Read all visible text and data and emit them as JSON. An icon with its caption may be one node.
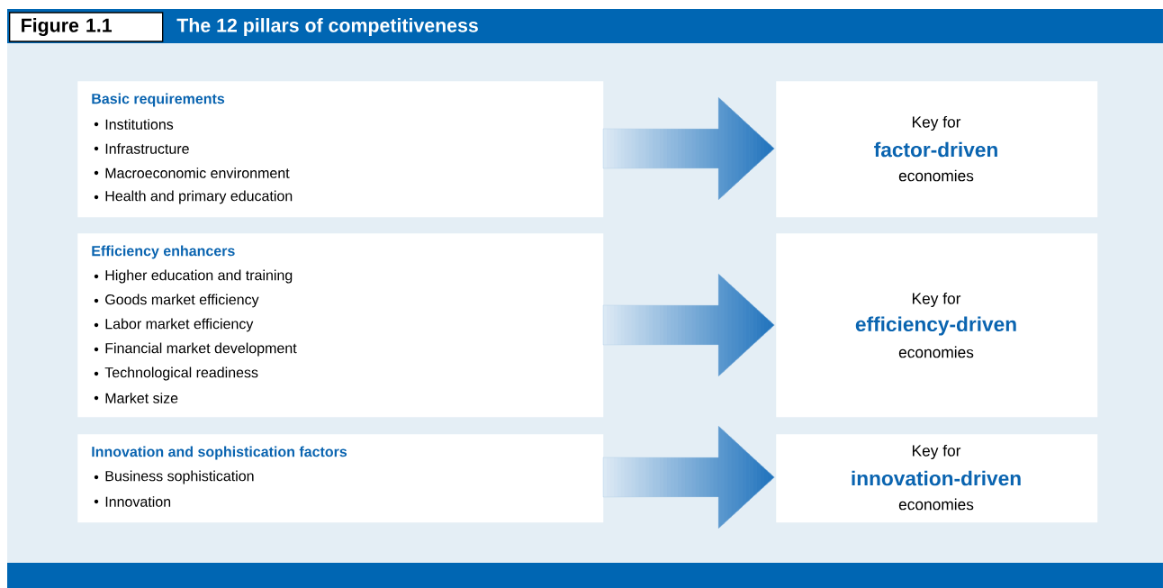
{
  "diagram": {
    "title": "The 12 pillars of competitiveness",
    "nodes": [
      {
        "text": [
          "Basic requirements",
          "Institutions",
          "Infrastructure",
          "Macroeconomic environment",
          "Health and primary education"
        ]
      },
      {
        "text": [
          "Efficiency enhancers",
          "Higher education and training",
          "Goods market efficiency",
          "Labor market efficiency",
          "Financial market development",
          "Technological readiness",
          "Market size"
        ]
      },
      {
        "text": [
          "Innovation and sophistication factors",
          "Business sophistication",
          "Innovation"
        ]
      },
      {
        "text": [
          "Key for",
          "factor-driven",
          "economies"
        ]
      },
      {
        "text": [
          "Key for",
          "efficiency-driven",
          "economies"
        ]
      },
      {
        "text": [
          "Key for",
          "innovation-driven",
          "economies"
        ]
      }
    ],
    "edges": [
      {
        "from": 0,
        "to": 3,
        "arrow": "to"
      },
      {
        "from": 1,
        "to": 4,
        "arrow": "to"
      },
      {
        "from": 2,
        "to": 5,
        "arrow": "to"
      }
    ],
    "labels": [
      "Figure 1.1"
    ]
  }
}
